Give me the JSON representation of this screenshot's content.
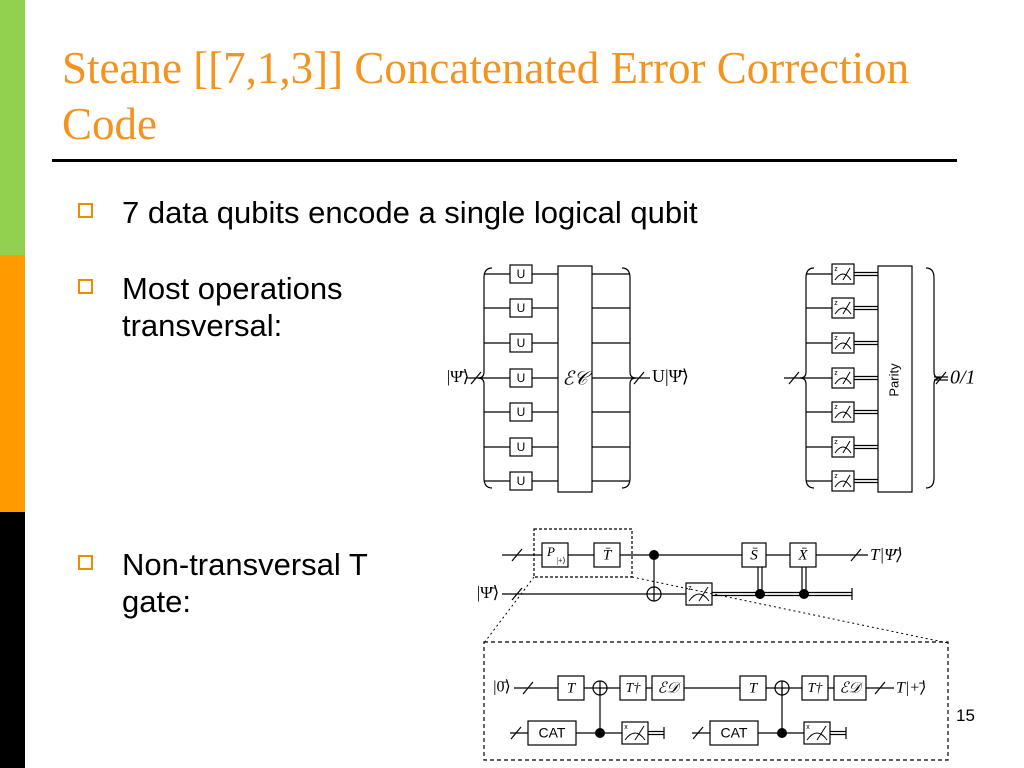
{
  "slide": {
    "title": "Steane [[7,1,3]] Concatenated Error Correction Code",
    "slide_number": "15"
  },
  "bullets": [
    {
      "text": "7 data qubits encode a single logical qubit"
    },
    {
      "text": "Most operations transversal:"
    },
    {
      "text": "Non-transversal T gate:"
    }
  ],
  "colors": {
    "title": "#f5931f",
    "bullet_box": "#f08a00",
    "bar_green": "#92d050",
    "bar_orange": "#ff9a00",
    "bar_black": "#000000"
  },
  "diagrams": {
    "transversal": {
      "input_label": "|Ψ̄⟩",
      "gate_label": "U",
      "block_label": "ℰ𝒞",
      "output_label": "U|Ψ̄⟩"
    },
    "measurement": {
      "meter_label": "z",
      "block_label": "Parity",
      "output_label": "0/1"
    },
    "t_gate": {
      "gate_p": "P",
      "gate_p_sub": "|+⟩",
      "gate_t_bar": "T̄",
      "gate_s_bar": "S̄",
      "gate_x_bar": "X̄",
      "output_label": "T|Ψ̄⟩",
      "input_label": "|Ψ̄⟩",
      "meter_label": "z"
    },
    "t_gate_detail": {
      "input_label": "|0̄⟩",
      "gate_t": "T",
      "gate_t_dagger": "T†",
      "gate_ed": "ℰ𝒟",
      "gate_cat": "CAT",
      "meter_label": "x",
      "output_label": "T|+̄⟩"
    }
  }
}
